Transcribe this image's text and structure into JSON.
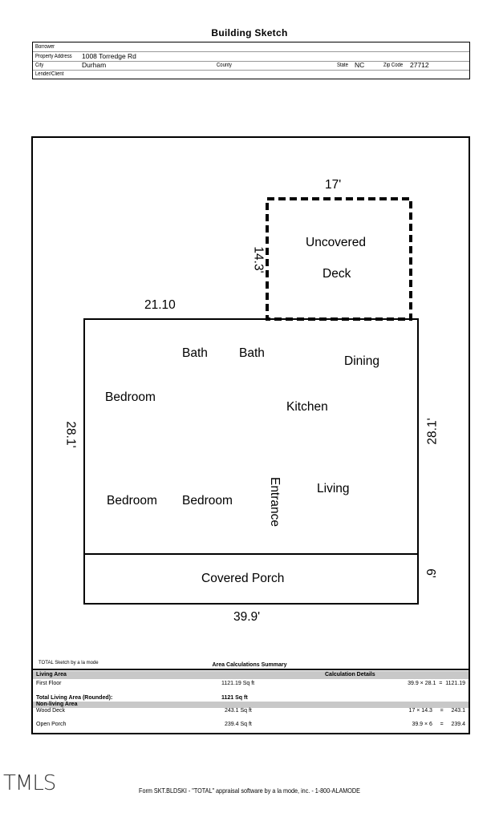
{
  "header": {
    "title": "Building Sketch",
    "borrower_label": "Borrower",
    "address_label": "Property Address",
    "address_value": "1008 Torredge Rd",
    "city_label": "City",
    "city_value": "Durham",
    "county_label": "County",
    "state_label": "State",
    "state_value": "NC",
    "zip_label": "Zip Code",
    "zip_value": "27712",
    "lender_label": "Lender/Client"
  },
  "sketch": {
    "rooms": {
      "uncovered": "Uncovered",
      "deck": "Deck",
      "bath1": "Bath",
      "bath2": "Bath",
      "dining": "Dining",
      "bedroom1": "Bedroom",
      "kitchen": "Kitchen",
      "bedroom2": "Bedroom",
      "bedroom3": "Bedroom",
      "entrance": "Entrance",
      "living": "Living",
      "porch": "Covered Porch"
    },
    "dims": {
      "deck_top": "17'",
      "deck_left": "14.3'",
      "house_top": "21.10",
      "house_left": "28.1'",
      "house_right": "28.1'",
      "porch_right": "6'",
      "house_bottom": "39.9'"
    }
  },
  "summary": {
    "caption": "TOTAL Sketch by a la mode",
    "title": "Area Calculations Summary",
    "living_area_label": "Living Area",
    "calc_details_label": "Calculation Details",
    "first_floor_label": "First Floor",
    "first_floor_area": "1121.19 Sq ft",
    "first_floor_calc": "39.9 × 28.1  =  1121.19",
    "total_living_label": "Total Living Area (Rounded):",
    "total_living_value": "1121 Sq ft",
    "non_living_label": "Non-living Area",
    "wood_deck_label": "Wood Deck",
    "wood_deck_area": "243.1 Sq ft",
    "wood_deck_calc": "17 × 14.3     =     243.1",
    "open_porch_label": "Open Porch",
    "open_porch_area": "239.4 Sq ft",
    "open_porch_calc": "39.9 × 6     =     239.4"
  },
  "footer": {
    "text": "Form SKT.BLDSKI - \"TOTAL\" appraisal software by a la mode, inc. - 1-800-ALAMODE",
    "logo": "TMLS"
  }
}
